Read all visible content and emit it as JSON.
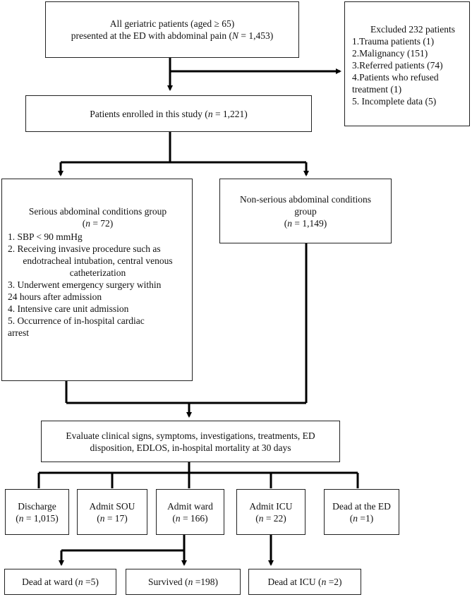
{
  "boxes": {
    "all_patients": {
      "line1": "All geriatric patients (aged ≥ 65)",
      "line2_pre": "presented at the ED with abdominal pain (",
      "var": "N",
      "line2_post": " = 1,453)"
    },
    "excluded": {
      "title": "Excluded 232 patients",
      "items": [
        "1.Trauma patients (1)",
        "2.Malignancy (151)",
        "3.Referred patients (74)",
        "4.Patients who refused",
        "treatment (1)",
        "5. Incomplete data (5)"
      ]
    },
    "enrolled": {
      "pre": "Patients enrolled in this study (",
      "var": "n",
      "post": " = 1,221)"
    },
    "serious": {
      "title": "Serious abdominal conditions group",
      "count_pre": "(",
      "var": "n",
      "count_post": " = 72)",
      "items": [
        "1. SBP < 90 mmHg",
        "2. Receiving invasive procedure such as",
        "endotracheal intubation, central venous",
        "catheterization",
        "3. Underwent emergency surgery within",
        "24 hours after admission",
        "4. Intensive care unit admission",
        "5. Occurrence of in-hospital cardiac",
        "arrest"
      ]
    },
    "nonserious": {
      "line1": "Non-serious abdominal conditions",
      "line2": "group",
      "count_pre": "(",
      "var": "n",
      "count_post": " = 1,149)"
    },
    "evaluate": {
      "line1": "Evaluate clinical signs, symptoms, investigations, treatments, ED",
      "line2": "disposition, EDLOS, in-hospital mortality at 30 days"
    },
    "discharge": {
      "label": "Discharge",
      "count_pre": "(",
      "var": "n",
      "count_post": " = 1,015)"
    },
    "admit_sou": {
      "label": "Admit SOU",
      "count_pre": "(",
      "var": "n",
      "count_post": " = 17)"
    },
    "admit_ward": {
      "label": "Admit ward",
      "count_pre": "(",
      "var": "n",
      "count_post": " = 166)"
    },
    "admit_icu": {
      "label": "Admit ICU",
      "count_pre": "(",
      "var": "n",
      "count_post": " = 22)"
    },
    "dead_ed": {
      "label": "Dead at the ED",
      "count_pre": "(",
      "var": "n",
      "count_post": " =1)"
    },
    "dead_ward": {
      "pre": "Dead at ward (",
      "var": "n",
      "post": " =5)"
    },
    "survived": {
      "pre": "Survived (",
      "var": "n",
      "post": " =198)"
    },
    "dead_icu": {
      "pre": "Dead at ICU (",
      "var": "n",
      "post": " =2)"
    }
  },
  "colors": {
    "line": "#000000",
    "border": "#222222",
    "text": "#111111"
  }
}
